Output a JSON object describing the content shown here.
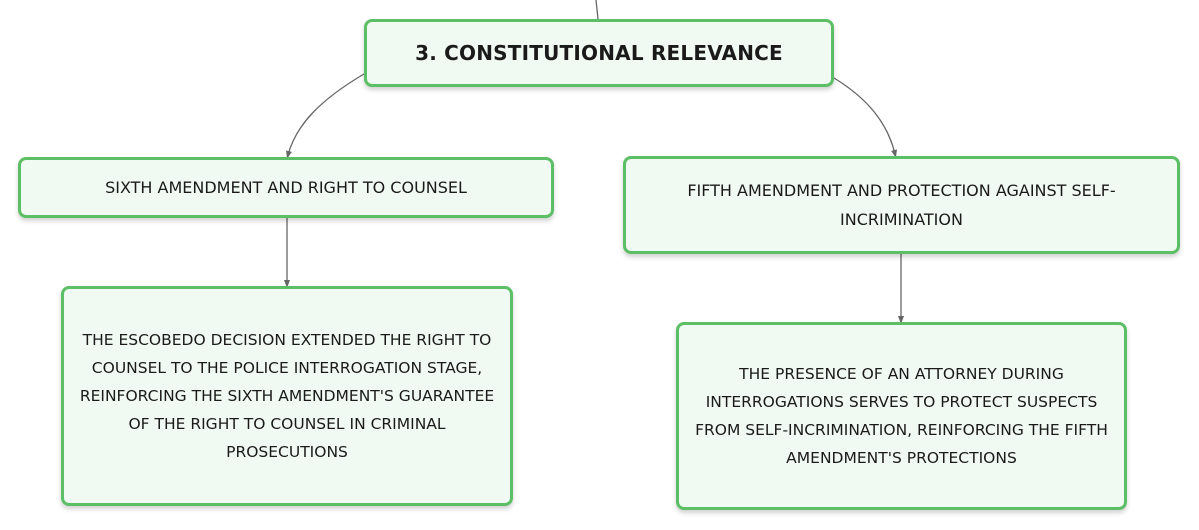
{
  "diagram": {
    "root": {
      "label": "3. CONSTITUTIONAL RELEVANCE"
    },
    "left_branch": {
      "label": "SIXTH AMENDMENT AND RIGHT TO COUNSEL",
      "detail": "THE ESCOBEDO DECISION EXTENDED THE RIGHT TO COUNSEL TO THE POLICE INTERROGATION STAGE, REINFORCING THE SIXTH AMENDMENT'S GUARANTEE OF THE RIGHT TO COUNSEL IN CRIMINAL PROSECUTIONS"
    },
    "right_branch": {
      "label": "FIFTH AMENDMENT AND PROTECTION AGAINST SELF-INCRIMINATION",
      "detail": "THE PRESENCE OF AN ATTORNEY DURING INTERROGATIONS SERVES TO PROTECT SUSPECTS FROM SELF-INCRIMINATION, REINFORCING THE FIFTH AMENDMENT'S PROTECTIONS"
    }
  },
  "colors": {
    "node_border": "#5cbf66",
    "node_fill": "#f1faf2",
    "connector": "#666666"
  }
}
